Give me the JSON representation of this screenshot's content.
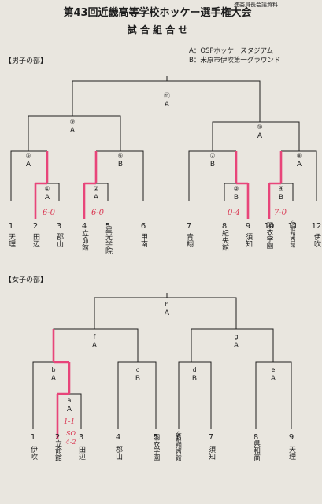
{
  "header": {
    "top_strip": "…進委員長会議資料",
    "title": "第43回近畿高等学校ホッケー選手権大会",
    "subtitle": "試 合 組 合 せ"
  },
  "venues": [
    {
      "code": "A",
      "name": "A：OSPホッケースタジアム"
    },
    {
      "code": "B",
      "name": "B：米原市伊吹第一グラウンド"
    }
  ],
  "boys": {
    "section_label": "【男子の部】",
    "teams": [
      {
        "seed": "1",
        "name": "天理"
      },
      {
        "seed": "2",
        "name": "田辺"
      },
      {
        "seed": "3",
        "name": "郡山"
      },
      {
        "seed": "4",
        "name": "立命館"
      },
      {
        "seed": "5",
        "name": "星光学院"
      },
      {
        "seed": "6",
        "name": "甲南"
      },
      {
        "seed": "7",
        "name": "青翔"
      },
      {
        "seed": "8",
        "name": "紀央館"
      },
      {
        "seed": "9",
        "name": "須知"
      },
      {
        "seed": "10",
        "name": "羽衣学園"
      },
      {
        "seed": "11",
        "name": "彦根翔西館"
      },
      {
        "seed": "12",
        "name": "伊吹"
      }
    ],
    "matches": [
      {
        "num": "①",
        "venue": "A",
        "score": "6-0"
      },
      {
        "num": "②",
        "venue": "A",
        "score": "6-0"
      },
      {
        "num": "③",
        "venue": "B",
        "score": "0-4"
      },
      {
        "num": "④",
        "venue": "B",
        "score": "7-0"
      },
      {
        "num": "⑤",
        "venue": "A"
      },
      {
        "num": "⑥",
        "venue": "B"
      },
      {
        "num": "⑦",
        "venue": "B"
      },
      {
        "num": "⑧",
        "venue": "A"
      },
      {
        "num": "⑨",
        "venue": "A"
      },
      {
        "num": "⑩",
        "venue": "A"
      },
      {
        "num": "⑪",
        "venue": "A"
      }
    ]
  },
  "girls": {
    "section_label": "【女子の部】",
    "teams": [
      {
        "seed": "1",
        "name": "伊吹"
      },
      {
        "seed": "2",
        "name": "立命館"
      },
      {
        "seed": "3",
        "name": "田辺"
      },
      {
        "seed": "4",
        "name": "郡山"
      },
      {
        "seed": "5",
        "name": "羽衣学園"
      },
      {
        "seed": "6",
        "name": "彦根翔西館"
      },
      {
        "seed": "7",
        "name": "須知"
      },
      {
        "seed": "8",
        "name": "県和商"
      },
      {
        "seed": "9",
        "name": "天理"
      }
    ],
    "matches": [
      {
        "num": "a",
        "venue": "A",
        "score": "1-1",
        "so": "SO",
        "so_score": "4-2"
      },
      {
        "num": "b",
        "venue": "A"
      },
      {
        "num": "c",
        "venue": "B"
      },
      {
        "num": "d",
        "venue": "B"
      },
      {
        "num": "e",
        "venue": "A"
      },
      {
        "num": "f",
        "venue": "A"
      },
      {
        "num": "g",
        "venue": "A"
      },
      {
        "num": "h",
        "venue": "A"
      }
    ]
  },
  "colors": {
    "highlight": "#e8457a",
    "handwriting": "#d9334f",
    "paper": "#e9e6df"
  }
}
